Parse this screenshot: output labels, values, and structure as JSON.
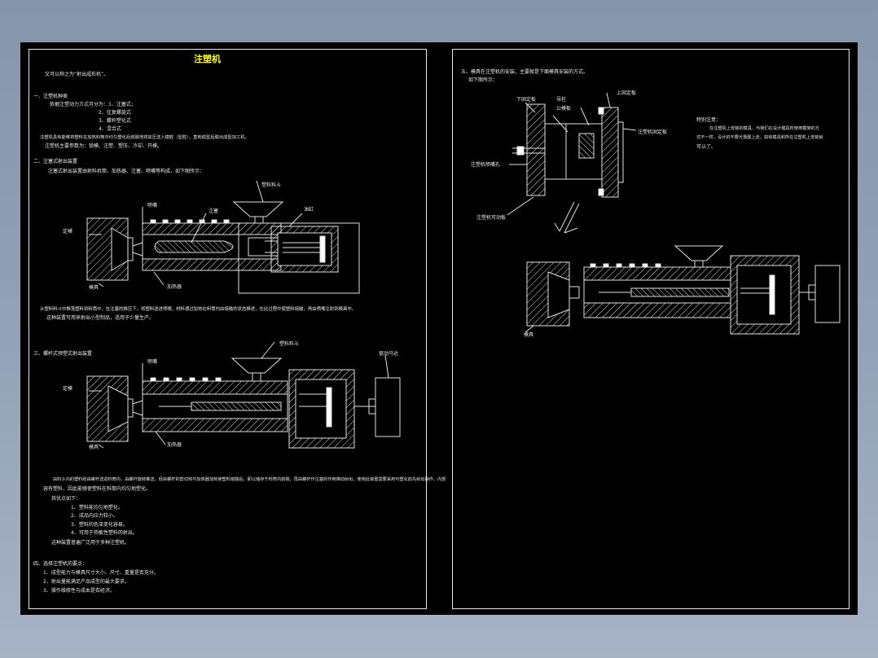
{
  "left_sheet": {
    "title": "注塑机",
    "intro": "又可以称之为“射出成形机”。",
    "sec1": {
      "heading": "一、注塑机种类",
      "lead": "依据注塑动力方式可分为：1、注塞式；",
      "items": [
        "2、往复螺旋式",
        "3、螺杆塑化式",
        "4、混合式"
      ],
      "p1": "注塑机具有能够将塑料在加热料筒中均匀塑化后熔融地将其压送入模腔（型腔），直到成型后脱出成型加工机。",
      "p2": "注塑机主要参数为：锁模、注塑、塑压、冷却、开模。"
    },
    "sec2": {
      "heading": "二、注塞式射出装置",
      "lead": "注塞式射出装置由射料机筒、加热器、注塞、喷嘴等构成，如下图所示：",
      "labels": {
        "hopper": "塑料料斗",
        "nozzle": "喷嘴",
        "plunger": "注塞",
        "cylinder": "油缸",
        "die": "定模",
        "mold": "模具",
        "heater": "加热器"
      },
      "p1": "从塑料料斗中推落塑料到料筒中，在注塞的推压下，将塑料送进喷嘴，材料通过加热在料筒内由熔融的状态推进，在此过程中使塑料熔融，再由喷嘴注射到模具中。",
      "p2": "这种装置可用来射出小型制品，适用于少量生产。"
    },
    "sec3": {
      "heading": "三、螺杆式预塑式射出装置",
      "labels": {
        "hopper": "塑料料斗",
        "nozzle": "喷嘴",
        "motor": "驱动马达",
        "die": "定模",
        "mold": "模具",
        "heater": "加热器"
      },
      "p1": "由料斗内的塑料经由螺杆送进料筒内，由螺杆旋转推送，经由螺杆的剪切热与加热器加热使塑料熔融后，即以储存于料筒内前端，再由螺杆作注塞的作用推动射出，使用此装置需要采用可塑化前先射出操作，内部",
      "p2": "容有塑料，因此能够使塑料在料筒内均匀地塑化。",
      "lead": "其优点如下：",
      "items": [
        "1、塑料能均匀地塑化。",
        "2、成品内应力较小。",
        "3、塑料的色泽变化容易。",
        "4、可用于热敏性塑料的射出。"
      ],
      "closing": "这种装置普遍广泛用于多种注塑机。"
    },
    "sec4": {
      "heading": "四、选择注塑机的要点：",
      "items": [
        "1、成型能力与模具尺寸大小、尺寸、重量是否充分。",
        "2、射出量能满足产品成型的最大要求。",
        "3、操作维修性与成本是否经济。"
      ]
    }
  },
  "right_sheet": {
    "heading": "五、模具在注塑机的安装，主要就是下面模具安装的方式。",
    "sub": "如下图所示：",
    "labels": {
      "lower_mold": "下固定板",
      "guide_post": "导柱",
      "public_mold": "公模板",
      "upper_mold": "上固定板",
      "machine_plate": "注塑机固定板",
      "nozzle_hole": "注塑机喷嘴孔",
      "movable_plate": "注塑机可动板",
      "mold": "模具"
    },
    "note_title": "特别注意：",
    "note_lines": [
      "在注塑机上安装的模具，与我们在设计模具时使用模架的方",
      "式不一样，设计的不要光靠图上走，如有模具和所在注塑机上安装就",
      "可以了。"
    ]
  }
}
